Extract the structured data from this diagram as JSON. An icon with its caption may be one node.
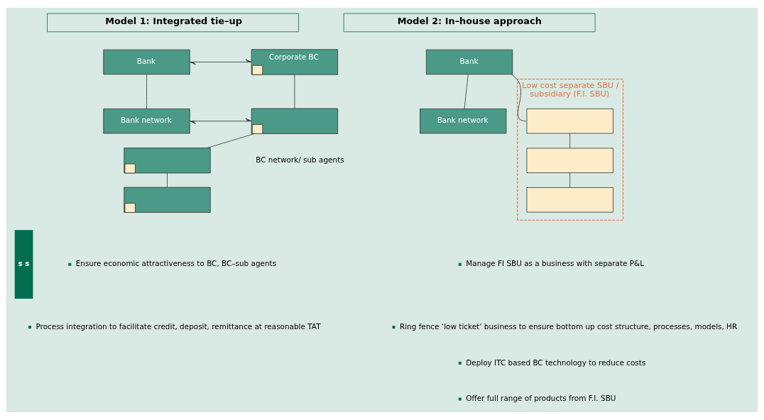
{
  "diagram": {
    "nodes": [
      {
        "text": [
          "Bank"
        ]
      },
      {
        "text": [
          "Bank network"
        ]
      },
      {
        "text": [
          "Corporate BC"
        ]
      },
      {
        "text": [],
        "shape": "box"
      },
      {
        "text": [],
        "shape": "box"
      },
      {
        "text": [],
        "shape": "box"
      },
      {
        "text": [
          "Bank"
        ]
      },
      {
        "text": [
          "Bank network"
        ]
      },
      {
        "text": [
          "Low cost separate SBU / subsidiary (F.I. SBU)"
        ]
      },
      {
        "text": [],
        "shape": "box",
        "in": 8
      },
      {
        "text": [],
        "shape": "box",
        "in": 8
      },
      {
        "text": [],
        "shape": "box",
        "in": 8
      }
    ],
    "edges": [
      {
        "from": 0,
        "to": 1,
        "arrow": "none"
      },
      {
        "from": 0,
        "to": 2,
        "arrow": "both"
      },
      {
        "from": 1,
        "to": 3,
        "arrow": "both"
      },
      {
        "from": 2,
        "to": 3,
        "arrow": "none"
      },
      {
        "from": 3,
        "to": 4,
        "arrow": "none"
      },
      {
        "from": 4,
        "to": 5,
        "arrow": "none"
      },
      {
        "from": 6,
        "to": 7,
        "arrow": "none"
      },
      {
        "from": 6,
        "to": 9,
        "arrow": "none"
      },
      {
        "from": 9,
        "to": 10,
        "arrow": "none"
      },
      {
        "from": 10,
        "to": 11,
        "arrow": "none"
      }
    ],
    "labels": [
      "Model 1: Integrated tie–up",
      "Model 2: In–house approach",
      "BC network/ sub agents",
      "s s",
      "Ensure economic attractiveness to BC, BC–sub agents",
      "Process integration to facilitate credit, deposit, remittance at reasonable TAT",
      "Manage FI SBU as a business with separate P&L",
      "Ring fence ‘low ticket’ business to ensure bottom up cost structure, processes, models, HR",
      "Deploy ITC based BC technology to reduce costs",
      "Offer full range of products from F.I. SBU"
    ]
  }
}
